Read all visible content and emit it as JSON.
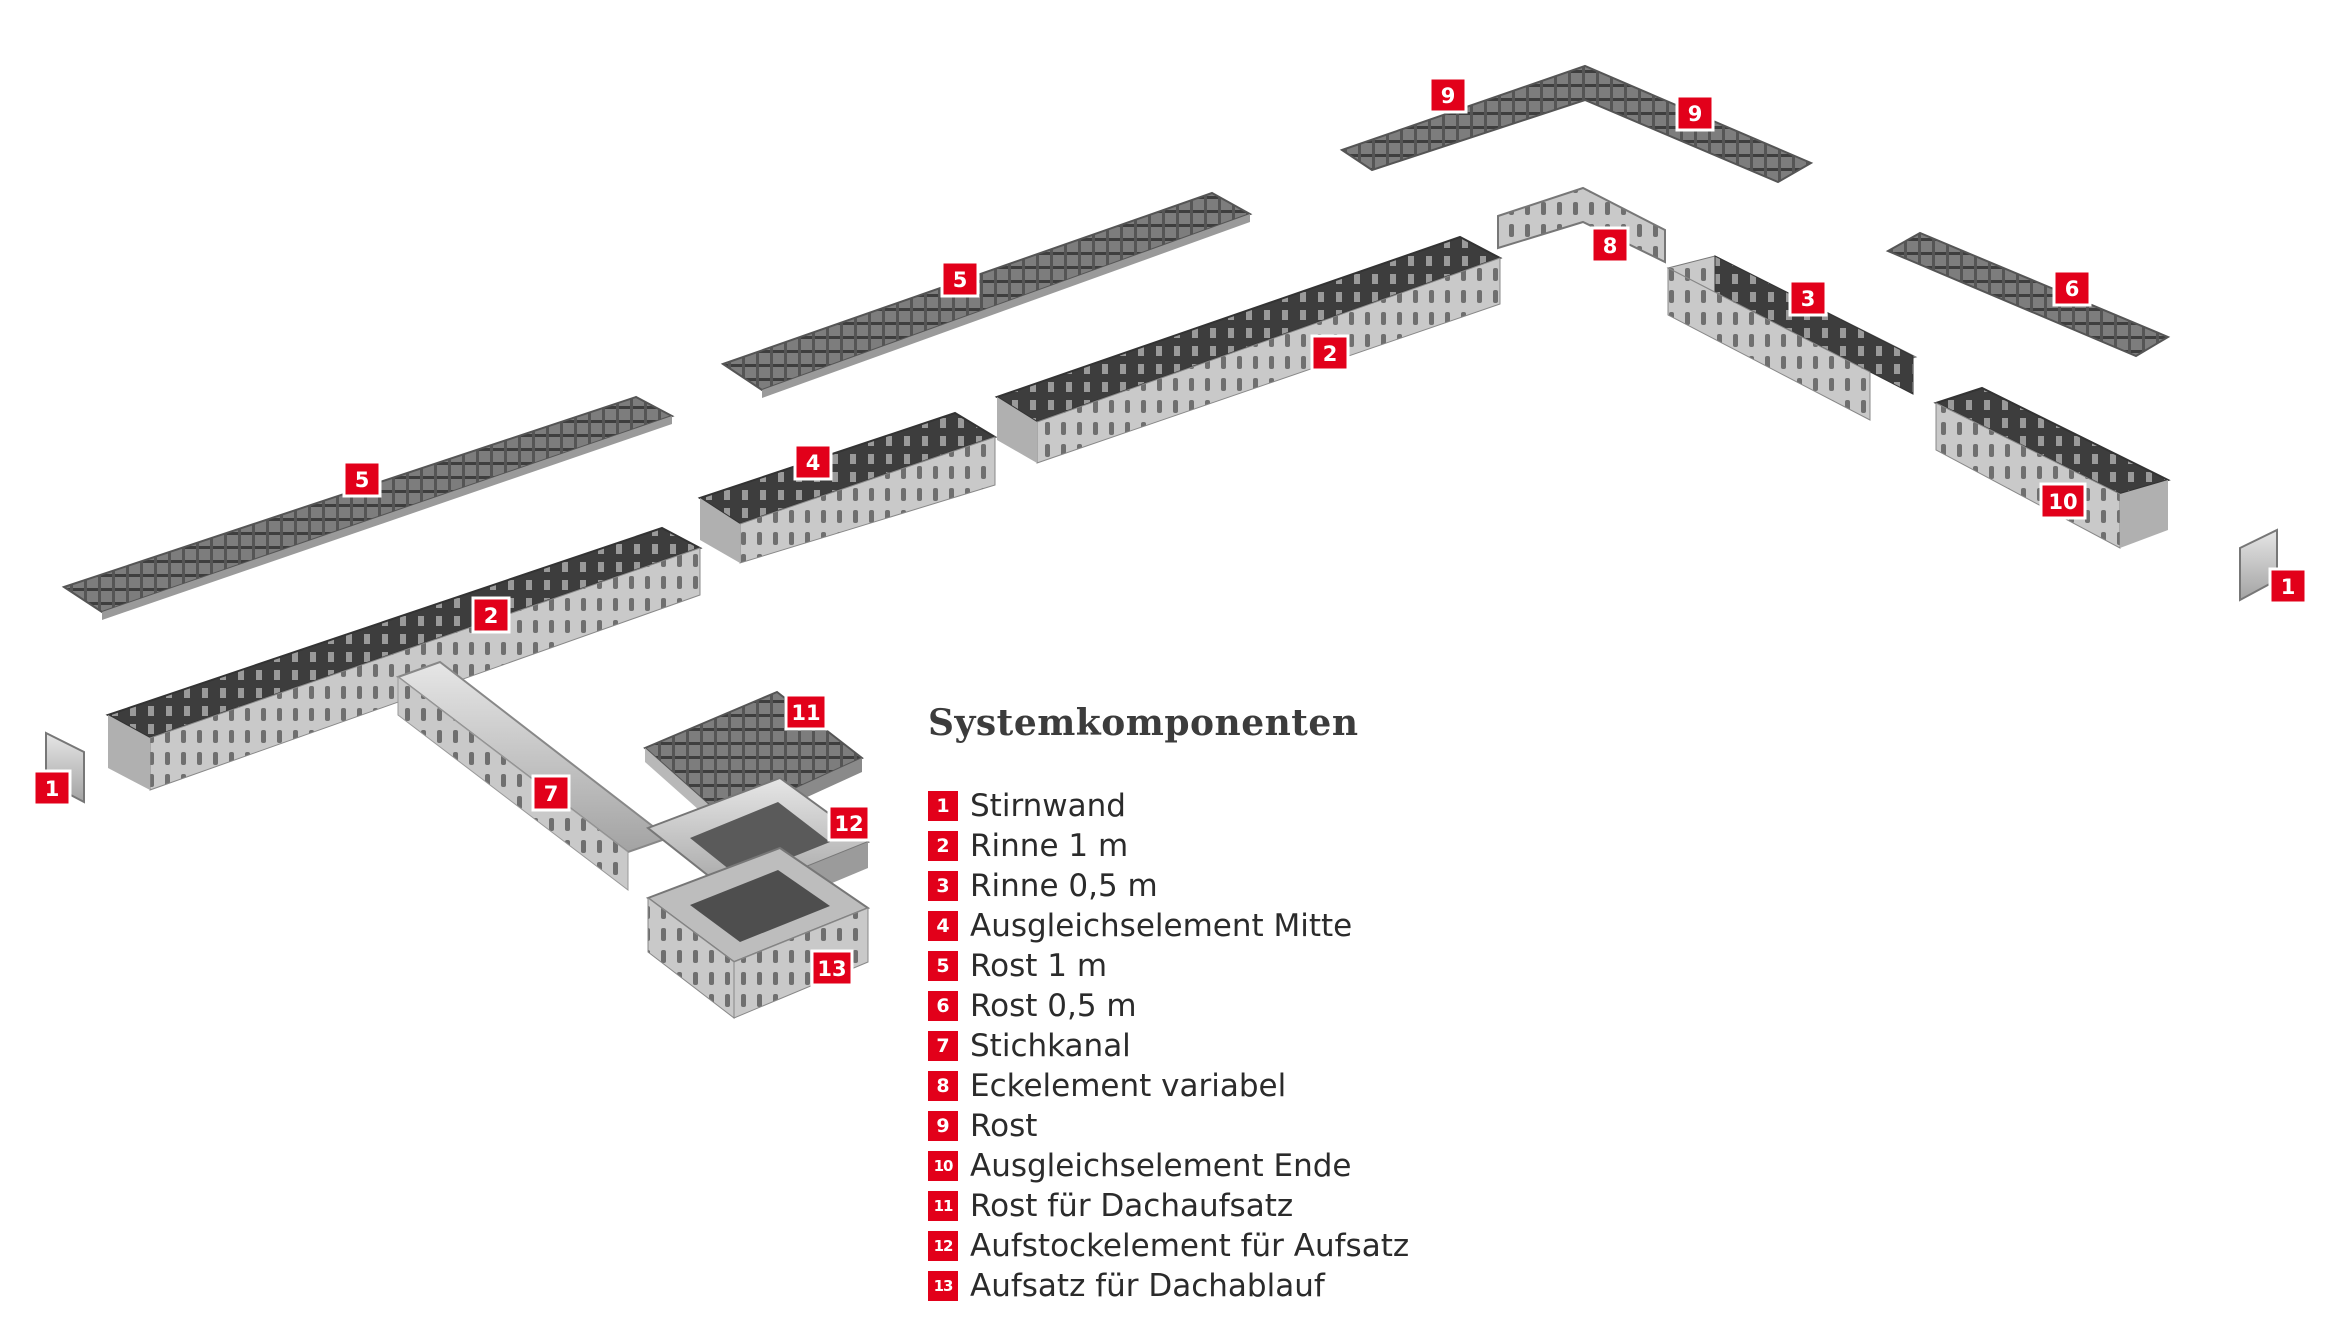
{
  "legend": {
    "title": "Systemkomponenten",
    "items": [
      {
        "num": "1",
        "label": "Stirnwand"
      },
      {
        "num": "2",
        "label": "Rinne 1 m"
      },
      {
        "num": "3",
        "label": "Rinne 0,5 m"
      },
      {
        "num": "4",
        "label": "Ausgleichselement Mitte"
      },
      {
        "num": "5",
        "label": "Rost 1 m"
      },
      {
        "num": "6",
        "label": "Rost 0,5 m"
      },
      {
        "num": "7",
        "label": "Stichkanal"
      },
      {
        "num": "8",
        "label": "Eckelement variabel"
      },
      {
        "num": "9",
        "label": "Rost"
      },
      {
        "num": "10",
        "label": "Ausgleichselement Ende"
      },
      {
        "num": "11",
        "label": "Rost für Dachaufsatz"
      },
      {
        "num": "12",
        "label": "Aufstockelement für Aufsatz"
      },
      {
        "num": "13",
        "label": "Aufsatz für Dachablauf"
      }
    ]
  },
  "callouts": {
    "stirnwand_left": "1",
    "stirnwand_right": "1",
    "rinne_left": "2",
    "rinne_center": "2",
    "rinne_half": "3",
    "ausgleich_mitte": "4",
    "rost_left": "5",
    "rost_center": "5",
    "rost_half": "6",
    "stichkanal": "7",
    "eckelement": "8",
    "rost_corner_left": "9",
    "rost_corner_right": "9",
    "ausgleich_ende": "10",
    "rost_dach": "11",
    "aufstock": "12",
    "aufsatz": "13"
  },
  "colors": {
    "accent": "#e2001a",
    "steel_light": "#cfcfcf",
    "steel_mid": "#a9a9a9",
    "steel_dark": "#4a4a4a",
    "text": "#2b2b2b"
  }
}
